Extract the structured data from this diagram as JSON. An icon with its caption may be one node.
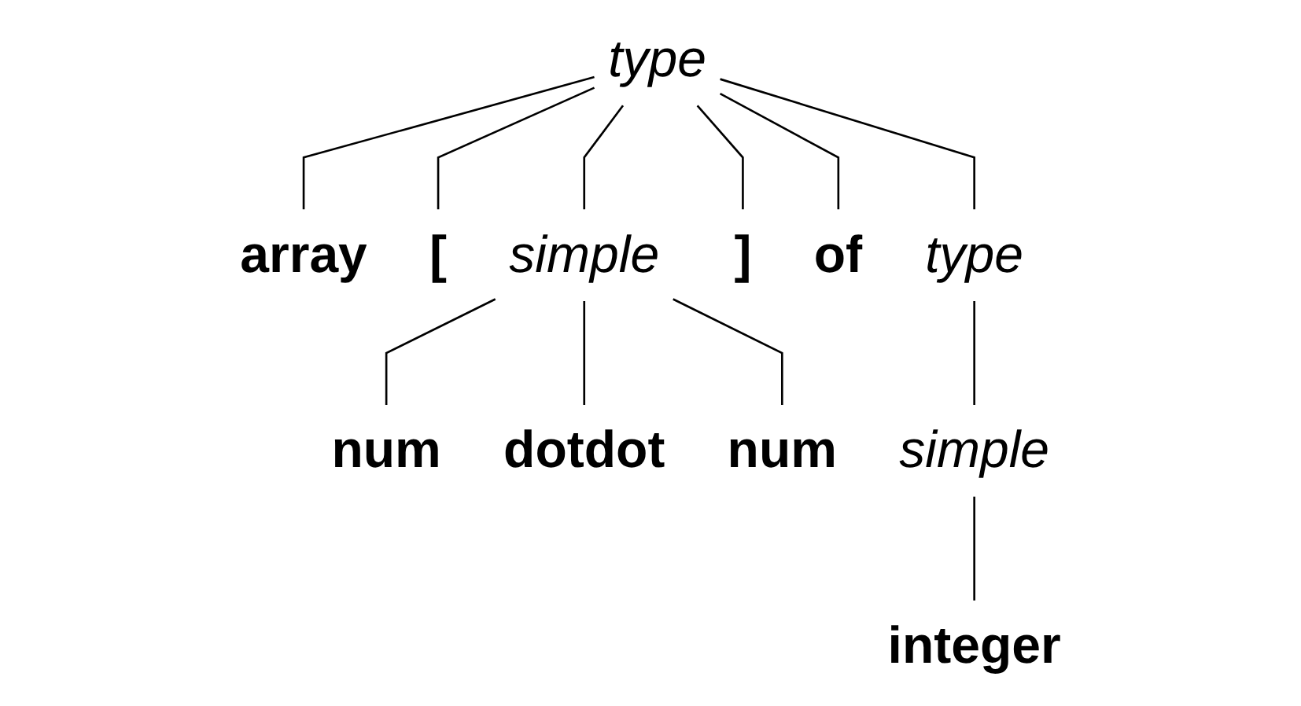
{
  "diagram": {
    "nodes": [
      {
        "text": [
          "type"
        ]
      },
      {
        "text": [
          "array"
        ]
      },
      {
        "text": [
          "["
        ]
      },
      {
        "text": [
          "simple"
        ]
      },
      {
        "text": [
          "]"
        ]
      },
      {
        "text": [
          "of"
        ]
      },
      {
        "text": [
          "type"
        ]
      },
      {
        "text": [
          "num"
        ]
      },
      {
        "text": [
          "dotdot"
        ]
      },
      {
        "text": [
          "num"
        ]
      },
      {
        "text": [
          "simple"
        ]
      },
      {
        "text": [
          "integer"
        ]
      }
    ],
    "edges": [
      {
        "from": 0,
        "to": 1,
        "arrow": "none"
      },
      {
        "from": 0,
        "to": 2,
        "arrow": "none"
      },
      {
        "from": 0,
        "to": 3,
        "arrow": "none"
      },
      {
        "from": 0,
        "to": 4,
        "arrow": "none"
      },
      {
        "from": 0,
        "to": 5,
        "arrow": "none"
      },
      {
        "from": 0,
        "to": 6,
        "arrow": "none"
      },
      {
        "from": 3,
        "to": 7,
        "arrow": "none"
      },
      {
        "from": 3,
        "to": 8,
        "arrow": "none"
      },
      {
        "from": 3,
        "to": 9,
        "arrow": "none"
      },
      {
        "from": 6,
        "to": 10,
        "arrow": "none"
      },
      {
        "from": 10,
        "to": 11,
        "arrow": "none"
      }
    ]
  }
}
